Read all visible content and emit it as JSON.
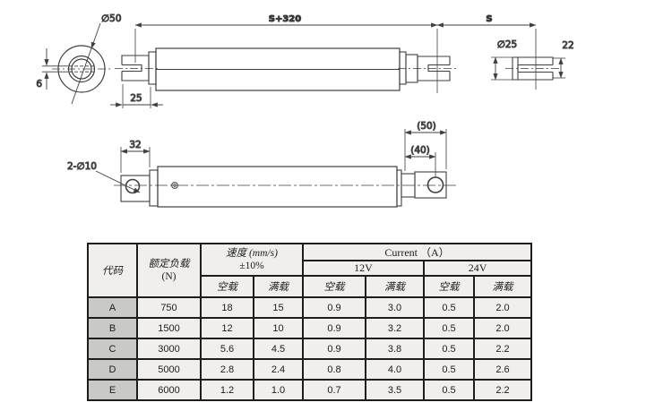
{
  "drawing": {
    "stroke_color": "#3f3f3f",
    "dims": {
      "dia50": "∅50",
      "six": "6",
      "twentyfive": "25",
      "s_plus_320": "S+320",
      "s": "S",
      "dia25": "∅25",
      "twentytwo": "22",
      "thirtytwo": "32",
      "two_dia10": "2-∅10",
      "ref50": "(50)",
      "ref40": "(40)"
    }
  },
  "table": {
    "headers": {
      "code": "代码",
      "rated_load": "额定负载",
      "rated_load_unit": "(N)",
      "speed_line1": "速度 (mm/s)",
      "speed_line2": "±10%",
      "current": "Current （A）",
      "v12": "12V",
      "v24": "24V",
      "no_load_speed": "空载",
      "full_load_speed": "满载",
      "no_load_12": "空载",
      "full_load_12": "满载",
      "no_load_24": "空载",
      "full_load_24": "满载"
    },
    "rows": [
      {
        "c": [
          "A",
          "750",
          "18",
          "15",
          "0.9",
          "3.0",
          "0.5",
          "2.0"
        ]
      },
      {
        "c": [
          "B",
          "1500",
          "12",
          "10",
          "0.9",
          "3.2",
          "0.5",
          "2.0"
        ]
      },
      {
        "c": [
          "C",
          "3000",
          "5.6",
          "4.5",
          "0.9",
          "3.8",
          "0.5",
          "2.2"
        ]
      },
      {
        "c": [
          "D",
          "5000",
          "2.8",
          "2.4",
          "0.8",
          "4.0",
          "0.5",
          "2.6"
        ]
      },
      {
        "c": [
          "E",
          "6000",
          "1.2",
          "1.0",
          "0.7",
          "3.5",
          "0.5",
          "2.2"
        ]
      }
    ]
  }
}
